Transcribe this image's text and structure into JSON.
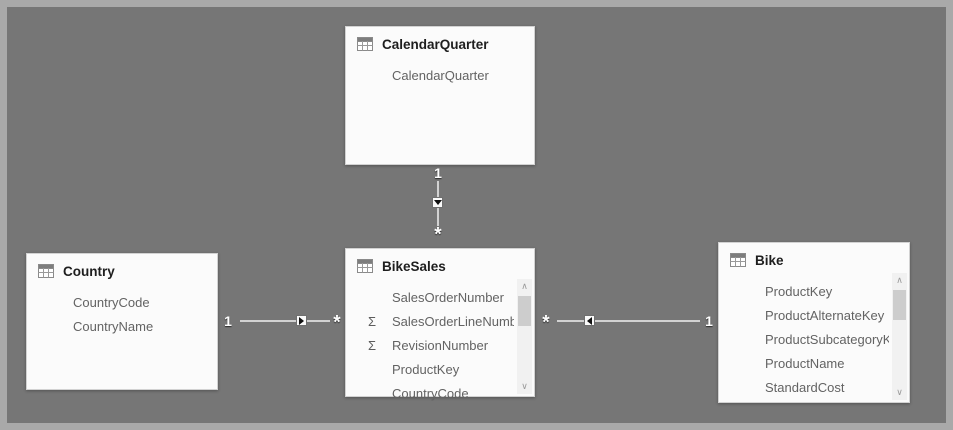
{
  "view": {
    "name": "model relationship diagram",
    "colors": {
      "canvas_background": "#767676",
      "frame_border": "#a9a9a9",
      "card_background": "#fbfbfb",
      "relationship_line": "#d2d2d2",
      "title_text": "#1e1e1e",
      "field_text": "#636363"
    }
  },
  "icons": {
    "sigma": "Σ",
    "scroll_up": "∧",
    "scroll_down": "∨",
    "table": "table-grid"
  },
  "tables": {
    "calendar_quarter": {
      "title": "CalendarQuarter",
      "fields": [
        "CalendarQuarter"
      ]
    },
    "country": {
      "title": "Country",
      "fields": [
        "CountryCode",
        "CountryName"
      ]
    },
    "bike_sales": {
      "title": "BikeSales",
      "fields": [
        "SalesOrderNumber",
        "SalesOrderLineNumber",
        "RevisionNumber",
        "ProductKey",
        "CountryCode"
      ],
      "aggregated_fields": [
        "SalesOrderLineNumber",
        "RevisionNumber"
      ],
      "has_scrollbar": true
    },
    "bike": {
      "title": "Bike",
      "fields": [
        "ProductKey",
        "ProductAlternateKey",
        "ProductSubcategoryKey",
        "ProductName",
        "StandardCost"
      ],
      "has_scrollbar": true
    }
  },
  "relationships": [
    {
      "from": "CalendarQuarter",
      "to": "BikeSales",
      "one": "1",
      "many": "*",
      "arrow": "down"
    },
    {
      "from": "Country",
      "to": "BikeSales",
      "one": "1",
      "many": "*",
      "arrow": "right"
    },
    {
      "from": "Bike",
      "to": "BikeSales",
      "one": "1",
      "many": "*",
      "arrow": "left"
    }
  ]
}
